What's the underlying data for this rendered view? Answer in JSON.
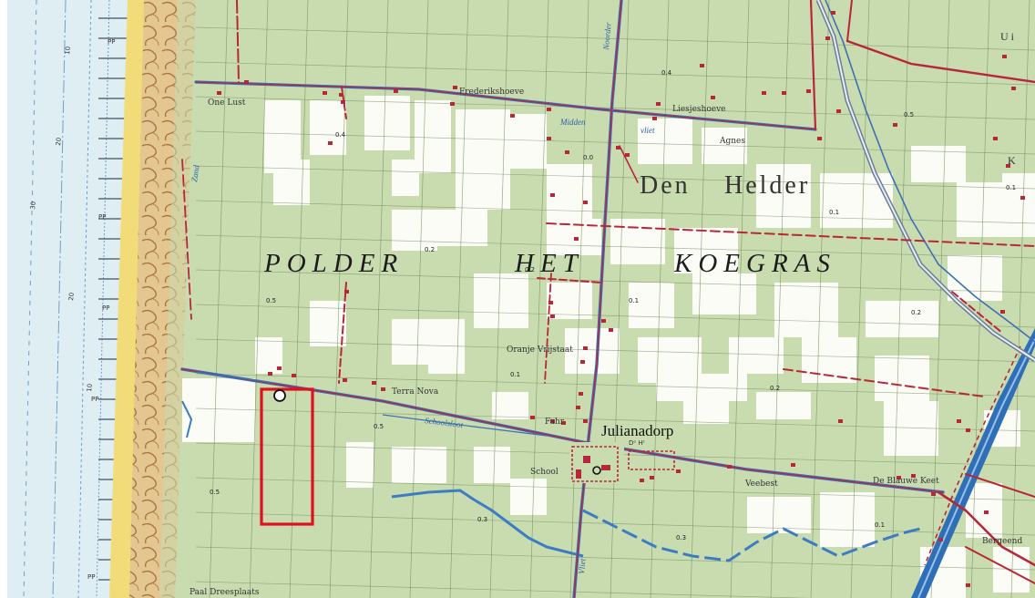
{
  "title": {
    "word1": "POLDER",
    "word2": "HET",
    "word3": "KOEGRAS"
  },
  "town_labels": {
    "den": "Den",
    "helder": "Helder",
    "julianadorp": "Julianadorp",
    "julianadorp_sub": "Dᵒ Hᵗ"
  },
  "place_labels": {
    "one_lust": "One Lust",
    "frederikshoeve": "Frederikshoeve",
    "liesjeshoeve": "Liesjeshoeve",
    "agnes": "Agnes",
    "midden": "Midden",
    "vliet": "vliet",
    "oranje_vrijstaat": "Oranje Vrijstaat",
    "terra_nova": "Terra Nova",
    "fahr": "Fahr",
    "school": "School",
    "veebest": "Veebest",
    "de_blauwe_keet": "De Blauwe Keet",
    "bergeend": "Bergeend",
    "zand": "Zand",
    "schoolsloot": "Schoolsloot",
    "noorder": "Noorder",
    "vliet_road": "Vliet",
    "paal_label": "Paal Dreesplaats"
  },
  "edge_labels": {
    "top_right": "Ui",
    "right_k": "K"
  },
  "elevations": [
    "0.4",
    "0.4",
    "0.0",
    "0.1",
    "0.2",
    "0.5",
    "0.1",
    "0.2",
    "0.1",
    "0.5",
    "0.2",
    "0.5",
    "0.3",
    "0.3",
    "0.1",
    "0.5",
    "0.1",
    "0.2"
  ],
  "beach_posts": [
    "PP",
    "PP",
    "PP",
    "PP",
    "PP"
  ],
  "sea_depths": [
    "10",
    "20",
    "30",
    "20",
    "10"
  ],
  "colors": {
    "sea": "#dfeef3",
    "sea_line": "#6f9ec9",
    "beach": "#f2dc7a",
    "dune": "#d7b78a",
    "land": "#c9dcb0",
    "field_white": "#fbfcf6",
    "road_red": "#b8263a",
    "road_blue": "#3d6fb5",
    "canal": "#3b7cc4",
    "highlight": "#e0111f"
  }
}
